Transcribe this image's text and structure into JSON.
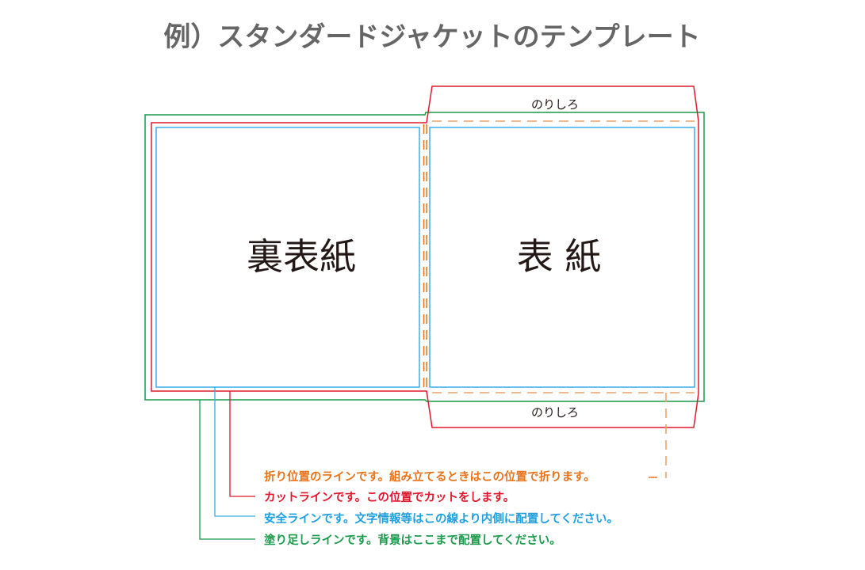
{
  "title": "例）スタンダードジャケットのテンプレート",
  "panels": {
    "back_cover": "裏表紙",
    "front_cover": "表 紙",
    "glue_flap_top": "のりしろ",
    "glue_flap_bottom": "のりしろ"
  },
  "legend": [
    {
      "key": "fold",
      "text": "折り位置のラインです。組み立てるときはこの位置で折ります。",
      "color": "#e8731a"
    },
    {
      "key": "cut",
      "text": "カットラインです。この位置でカットをします。",
      "color": "#e0182d"
    },
    {
      "key": "safe",
      "text": "安全ラインです。文字情報等はこの線より内側に配置してください。",
      "color": "#1e9fe0"
    },
    {
      "key": "bleed",
      "text": "塗り足しラインです。背景はここまで配置してください。",
      "color": "#1a9a4a"
    }
  ],
  "colors": {
    "fold": "#e8731a",
    "fold_light": "#f0a060",
    "cut": "#e0182d",
    "safe": "#1e9fe0",
    "safe_light": "#6cc4f0",
    "bleed": "#1a9a4a"
  }
}
